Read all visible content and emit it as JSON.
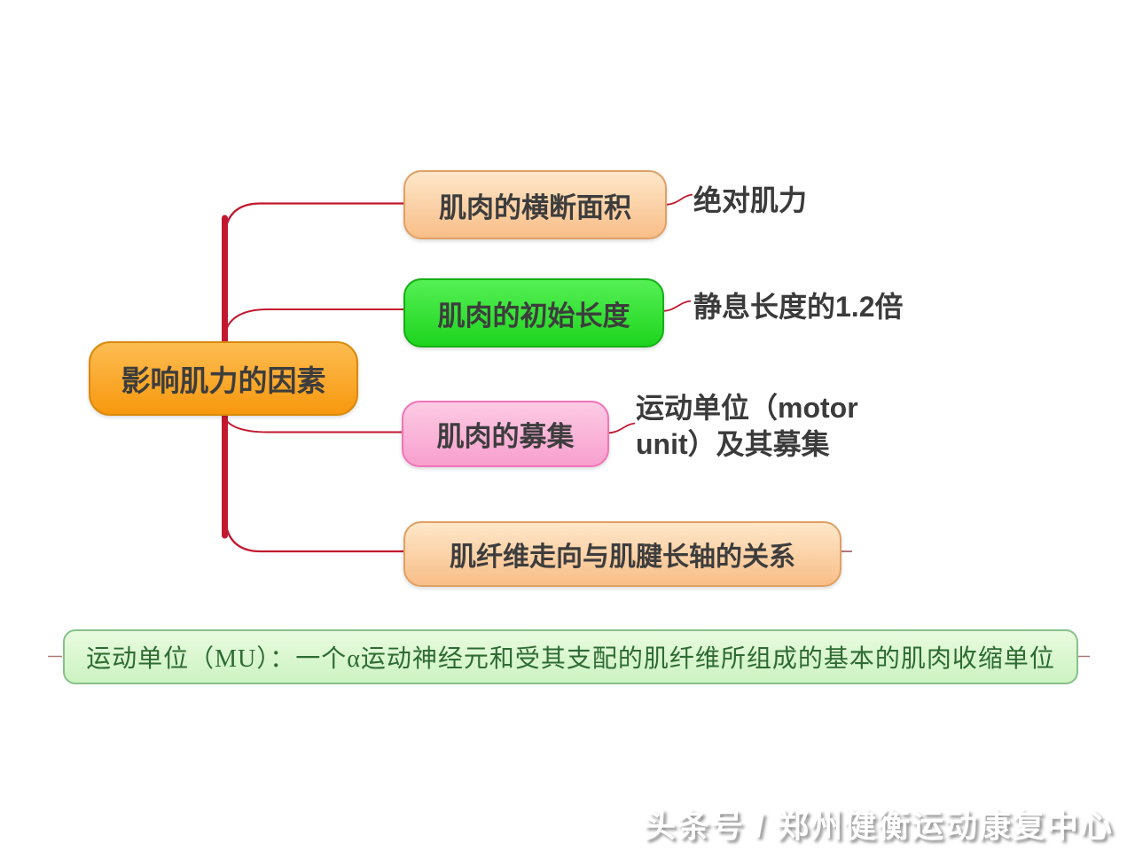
{
  "root": {
    "label": "影响肌力的因素"
  },
  "branches": [
    {
      "label": "肌肉的横断面积",
      "note": "绝对肌力"
    },
    {
      "label": "肌肉的初始长度",
      "note": "静息长度的1.2倍"
    },
    {
      "label": "肌肉的募集",
      "note": "运动单位（motor unit）及其募集"
    },
    {
      "label": "肌纤维走向与肌腱长轴的关系",
      "note": ""
    }
  ],
  "footnote": {
    "text": "运动单位（MU）：一个α运动神经元和受其支配的肌纤维所组成的基本的肌肉收缩单位"
  },
  "watermark": {
    "text": "头条号 / 郑州健衡运动康复中心"
  },
  "colors": {
    "connector_red": "#c2182f",
    "root_fill_top": "#fdbd52",
    "root_fill_bottom": "#f7980e",
    "peach_fill_top": "#fee7c9",
    "peach_fill_bottom": "#f9be88",
    "green_fill_top": "#55f055",
    "green_fill_bottom": "#1ed41e",
    "pink_fill_top": "#fccbe3",
    "pink_fill_bottom": "#f89fce",
    "footnote_fill": "#dcf7d1",
    "footnote_border": "#86c18a",
    "footnote_text": "#2e6b33",
    "node_text": "#3d3d3d"
  }
}
